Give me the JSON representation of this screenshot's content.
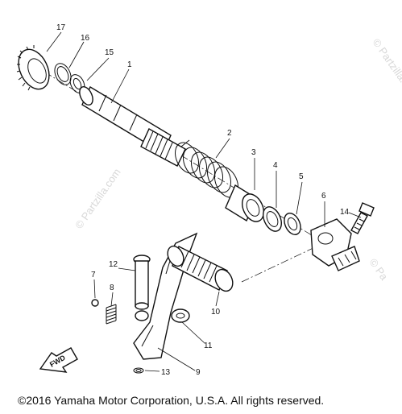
{
  "diagram": {
    "callouts": [
      "1",
      "2",
      "3",
      "4",
      "5",
      "6",
      "7",
      "8",
      "9",
      "10",
      "11",
      "12",
      "13",
      "14",
      "15",
      "16",
      "17"
    ],
    "direction_label": "FWD",
    "watermarks": [
      "© Partzilla.com",
      "© Partzilla.com",
      "© Pa"
    ],
    "copyright": "©2016 Yamaha Motor Corporation, U.S.A. All rights reserved."
  }
}
